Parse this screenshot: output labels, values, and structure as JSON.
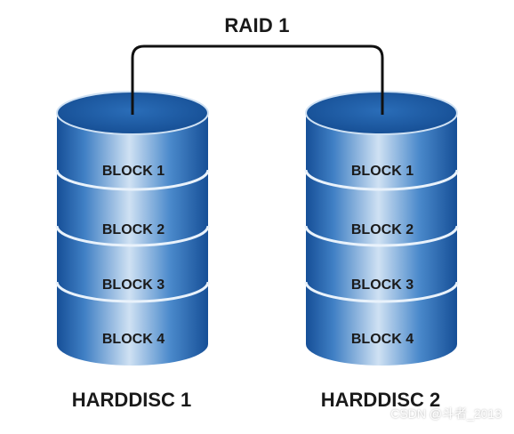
{
  "diagram": {
    "title": "RAID 1",
    "disks": [
      {
        "label": "HARDDISC 1",
        "blocks": [
          "BLOCK 1",
          "BLOCK 2",
          "BLOCK 3",
          "BLOCK 4"
        ]
      },
      {
        "label": "HARDDISC 2",
        "blocks": [
          "BLOCK 1",
          "BLOCK 2",
          "BLOCK 3",
          "BLOCK 4"
        ]
      }
    ]
  },
  "watermark": "CSDN @斗者_2013",
  "colors": {
    "cylinder_dark": "#164f97",
    "cylinder_mid": "#3f7fc4",
    "cylinder_light": "#cfe1f3",
    "cylinder_top": "#1f5fa8",
    "divider": "#e9f2fb",
    "connector": "#111111",
    "text": "#1a1a1a"
  }
}
